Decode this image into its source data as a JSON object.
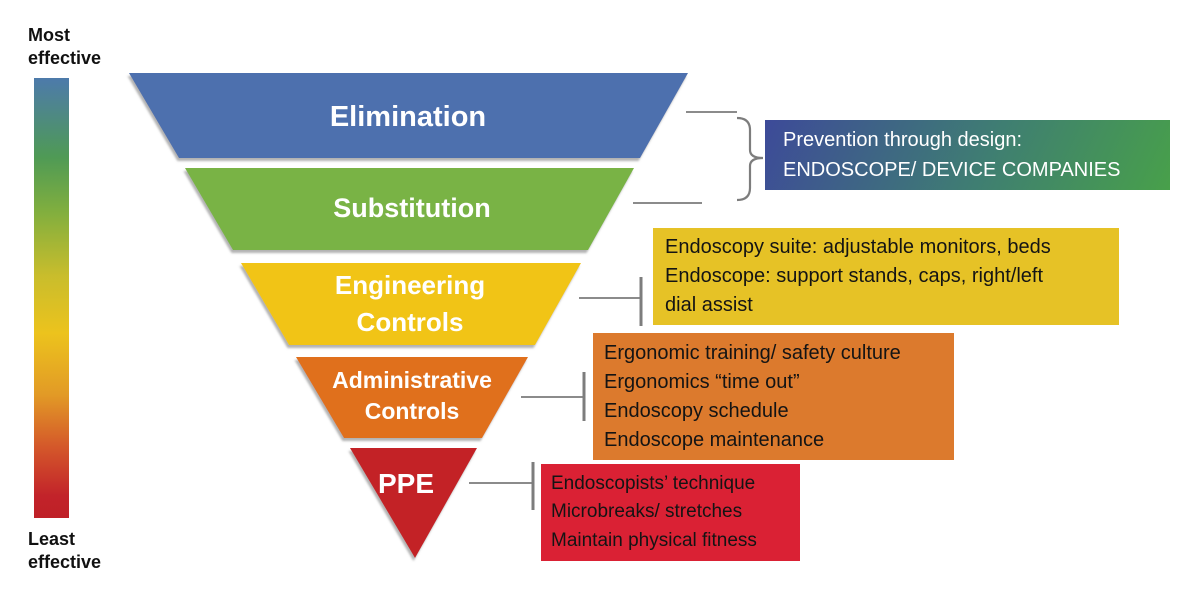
{
  "effectiveness_scale": {
    "top_label": "Most\neffective",
    "bottom_label": "Least\neffective",
    "bar_gradient": "linear-gradient(to bottom, #4d7aab 0%, #4f9a55 18%, #7fae3f 30%, #c9bd2c 45%, #ecc31d 58%, #e29a26 72%, #d4572a 84%, #c2232a 95%, #bf2027 100%)"
  },
  "pyramid": {
    "tiers": [
      {
        "label": "Elimination",
        "color": "#4e6fae"
      },
      {
        "label": "Substitution",
        "color": "#79b344"
      },
      {
        "label_line1": "Engineering",
        "label_line2": "Controls",
        "color": "#f1c417"
      },
      {
        "label_line1": "Administrative",
        "label_line2": "Controls",
        "color": "#e0701e"
      },
      {
        "label": "PPE",
        "color": "#c32127"
      }
    ]
  },
  "annotations": {
    "prevention": {
      "lines": [
        "Prevention through design:",
        "ENDOSCOPE/ DEVICE COMPANIES"
      ],
      "bg_gradient": "linear-gradient(115deg, #3d4a99 0%, #3f7e72 55%, #48a04a 100%)",
      "text_color": "#ffffff"
    },
    "engineering": {
      "lines": [
        "Endoscopy suite: adjustable monitors, beds",
        "Endoscope: support stands, caps, right/left",
        "dial assist"
      ],
      "bg": "#e6c226"
    },
    "administrative": {
      "lines": [
        "Ergonomic training/ safety culture",
        "Ergonomics “time out”",
        "Endoscopy schedule",
        "Endoscope maintenance"
      ],
      "bg": "#dc7a2d"
    },
    "ppe": {
      "lines": [
        "Endoscopists’ technique",
        "Microbreaks/ stretches",
        "Maintain physical fitness"
      ],
      "bg": "#da2134"
    }
  }
}
